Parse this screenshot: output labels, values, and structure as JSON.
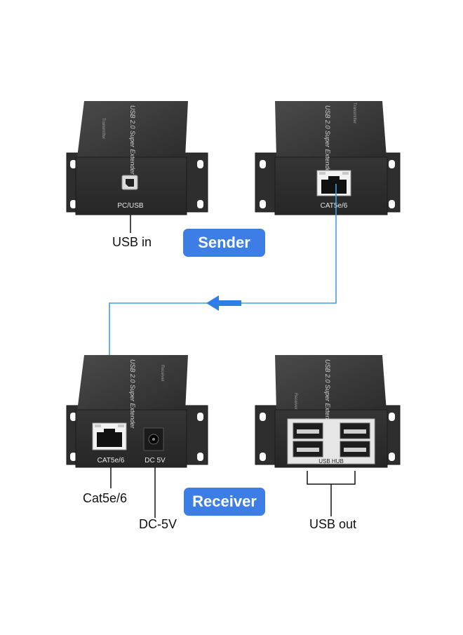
{
  "colors": {
    "accent": "#3d7de6",
    "cable": "#3f9fe6",
    "device": "#3a3a3a",
    "device_dark": "#232323"
  },
  "sender": {
    "badge": "Sender",
    "device_top_text": "USB 2.0 Super Extender",
    "device_side_text": "Transmitter",
    "left_unit_port_label": "PC/USB",
    "right_unit_port_label": "CAT5e/6",
    "usb_in_label": "USB in"
  },
  "receiver": {
    "badge": "Receiver",
    "device_top_text": "USB 2.0 Super Extender",
    "device_side_text": "Receiver",
    "rj45_port_label": "CAT5e/6",
    "dc_port_label": "DC 5V",
    "hub_label": "USB HUB",
    "cat_label": "Cat5e/6",
    "dc_label": "DC-5V",
    "usb_out_label": "USB out"
  }
}
